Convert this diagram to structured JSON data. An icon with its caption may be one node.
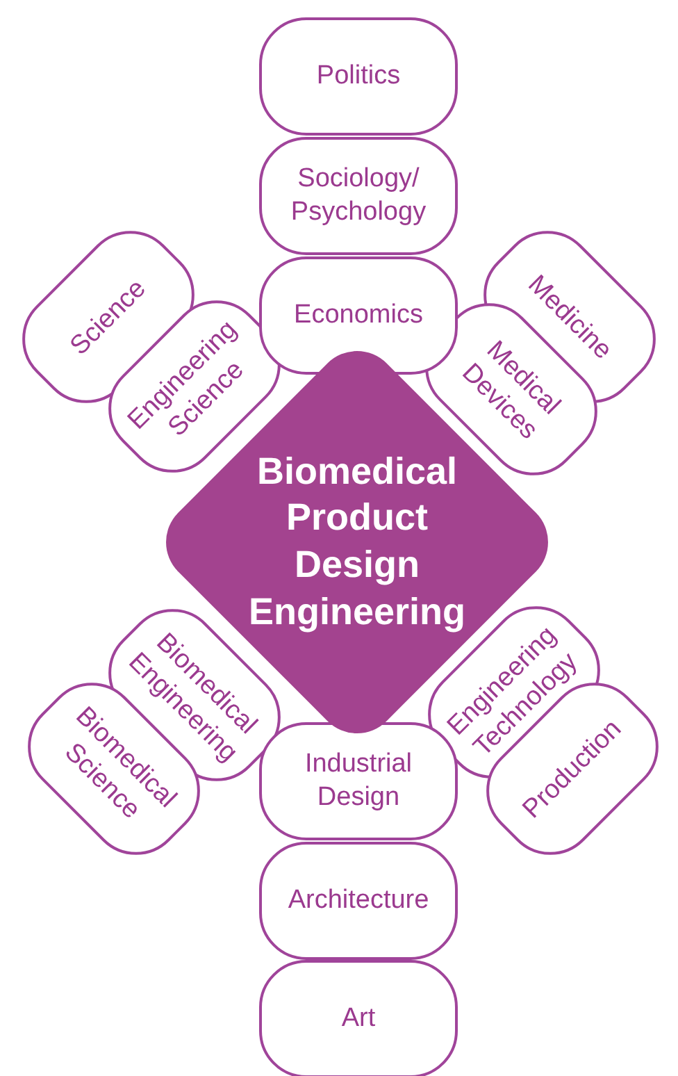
{
  "diagram": {
    "nodes": [
      {
        "text": [
          "Politics"
        ]
      },
      {
        "text": [
          "Sociology/ Psychology"
        ]
      },
      {
        "text": [
          "Science"
        ]
      },
      {
        "text": [
          "Economics"
        ]
      },
      {
        "text": [
          "Medicine"
        ]
      },
      {
        "text": [
          "Engineering Science"
        ]
      },
      {
        "text": [
          "Medical Devices"
        ]
      },
      {
        "text": [
          "Biomedical Product Design Engineering"
        ]
      },
      {
        "text": [
          "Biomedical Engineering"
        ]
      },
      {
        "text": [
          "Engineering Technology"
        ]
      },
      {
        "text": [
          "Biomedical Science"
        ]
      },
      {
        "text": [
          "Industrial Design"
        ]
      },
      {
        "text": [
          "Production"
        ]
      },
      {
        "text": [
          "Architecture"
        ]
      },
      {
        "text": [
          "Art"
        ]
      }
    ],
    "edges": []
  }
}
